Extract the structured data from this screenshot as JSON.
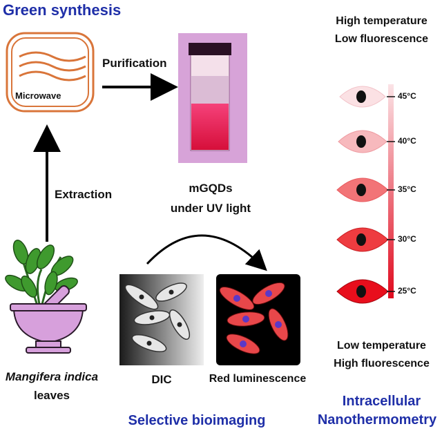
{
  "green_synthesis": {
    "title": "Green synthesis",
    "microwave_label": "Microwave",
    "purification_label": "Purification",
    "extraction_label": "Extraction",
    "plant_label_italic": "Mangifera indica",
    "plant_label_2": "leaves"
  },
  "product": {
    "label_line1": "mGQDs",
    "label_line2": "under UV light"
  },
  "bioimaging": {
    "title": "Selective bioimaging",
    "dic_label": "DIC",
    "red_label": "Red luminescence"
  },
  "thermometry": {
    "top_line1": "High temperature",
    "top_line2": "Low fluorescence",
    "bottom_line1": "Low temperature",
    "bottom_line2": "High fluorescence",
    "title_line1": "Intracellular",
    "title_line2": "Nanothermometry",
    "ticks": [
      "45°C",
      "40°C",
      "35°C",
      "30°C",
      "25°C"
    ]
  },
  "colors": {
    "title_blue": "#1f2fa8",
    "microwave_orange": "#d9753a",
    "vial_bg": "#d7a3d8",
    "vial_red": "#e8174a",
    "cell_red": "#e8474a",
    "nucleus_blue": "#5b38c8"
  }
}
